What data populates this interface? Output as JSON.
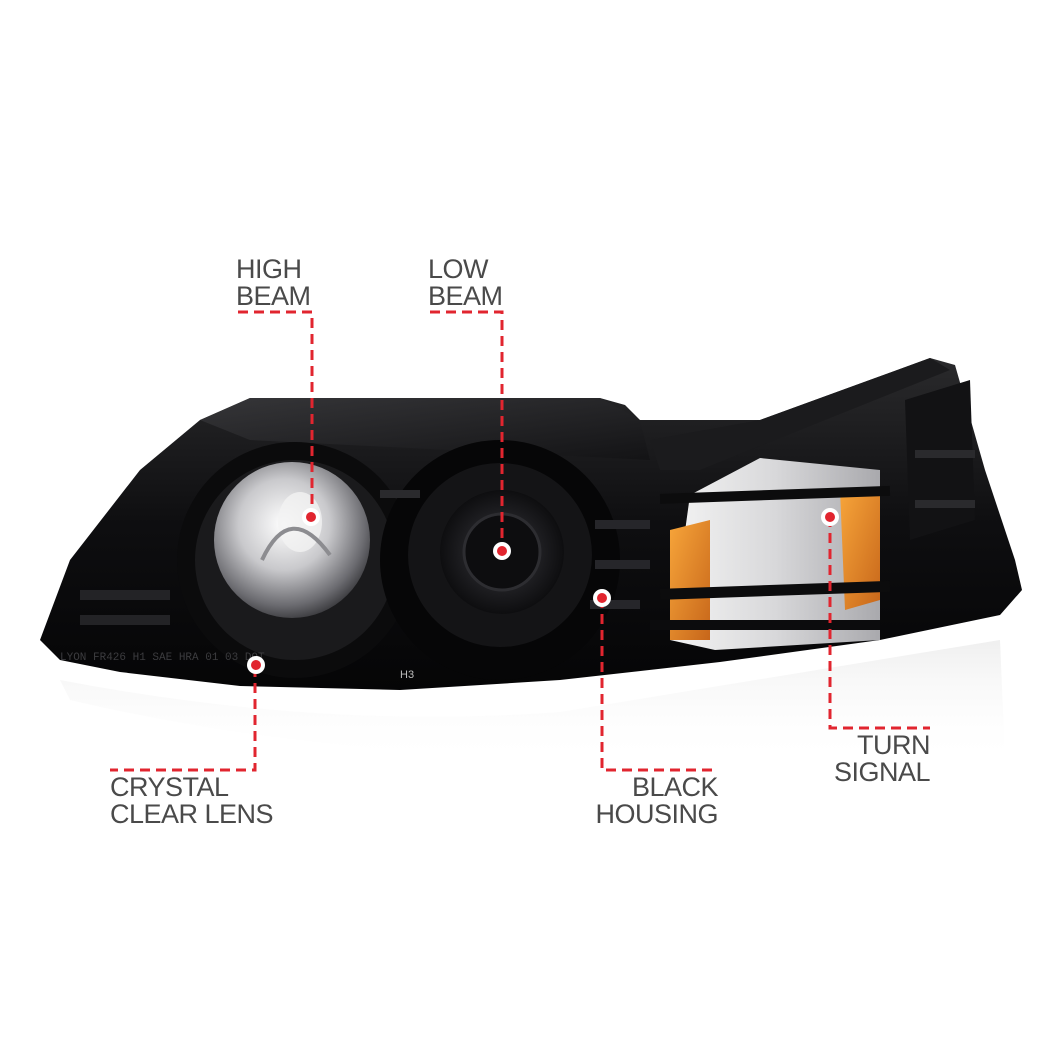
{
  "accent_color": "#e1252f",
  "product": {
    "lens_print": "H3",
    "lens_fine_print": "LYON   FR426  H1  SAE  HRA  01  03  DOT"
  },
  "callouts": {
    "high_beam": {
      "line1": "HIGH",
      "line2": "BEAM"
    },
    "low_beam": {
      "line1": "LOW",
      "line2": "BEAM"
    },
    "crystal_clear_lens": {
      "line1": "CRYSTAL",
      "line2": "CLEAR LENS"
    },
    "black_housing": {
      "line1": "BLACK",
      "line2": "HOUSING"
    },
    "turn_signal": {
      "line1": "TURN",
      "line2": "SIGNAL"
    }
  },
  "icons": [
    "callout-dot-icon"
  ]
}
